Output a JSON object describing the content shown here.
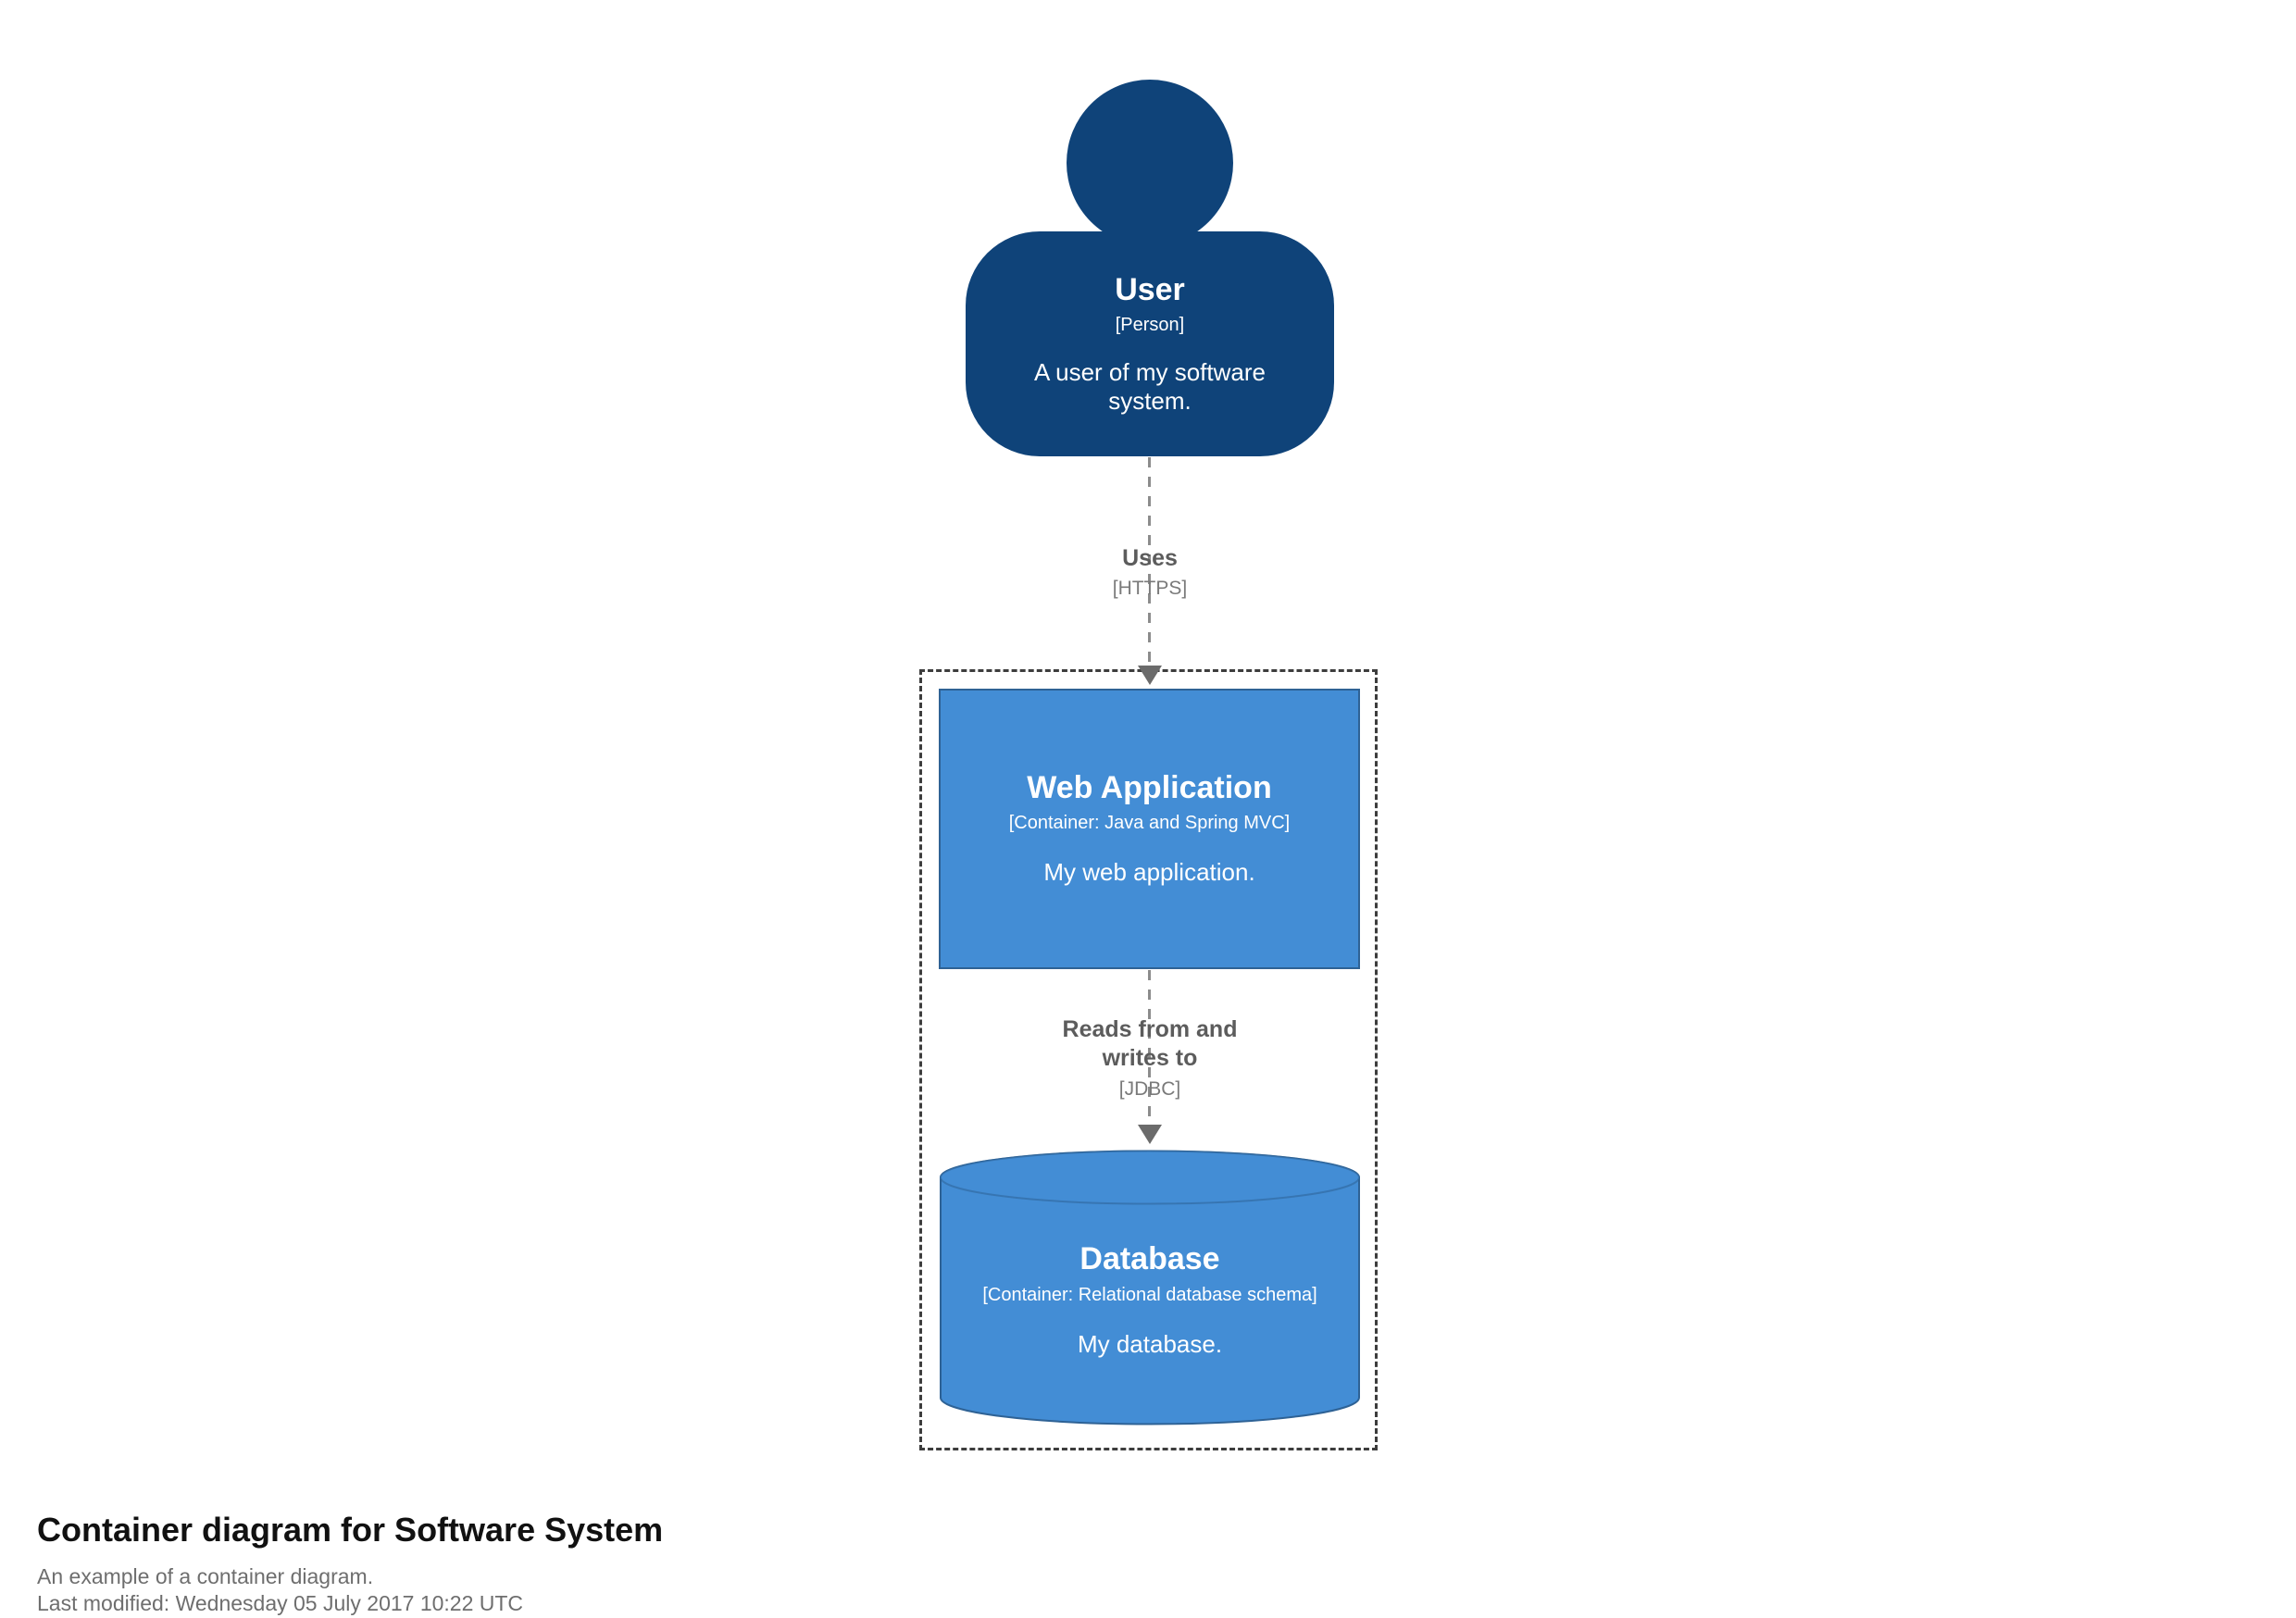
{
  "colors": {
    "person_fill": "#0f4379",
    "container_fill": "#438dd5",
    "container_stroke": "#2e6295",
    "relationship_line": "#8c8c8c",
    "arrowhead": "#6b6b6b",
    "relationship_label": "#5c5c5c",
    "relationship_tech": "#7a7a7a",
    "boundary_border": "#3d3d3d",
    "footer_title": "#111111",
    "footer_subtitle": "#6e6e6e"
  },
  "person": {
    "name": "User",
    "type": "[Person]",
    "description": "A user of my software system."
  },
  "relationships": {
    "uses": {
      "label": "Uses",
      "technology": "[HTTPS]"
    },
    "reads": {
      "label": "Reads from and writes to",
      "technology": "[JDBC]"
    }
  },
  "containers": {
    "web_app": {
      "name": "Web Application",
      "type": "[Container: Java and Spring MVC]",
      "description": "My web application."
    },
    "database": {
      "name": "Database",
      "type": "[Container: Relational database schema]",
      "description": "My database."
    }
  },
  "footer": {
    "title": "Container diagram for Software System",
    "subtitle": "An example of a container diagram.",
    "last_modified": "Last modified: Wednesday 05 July 2017 10:22 UTC"
  }
}
